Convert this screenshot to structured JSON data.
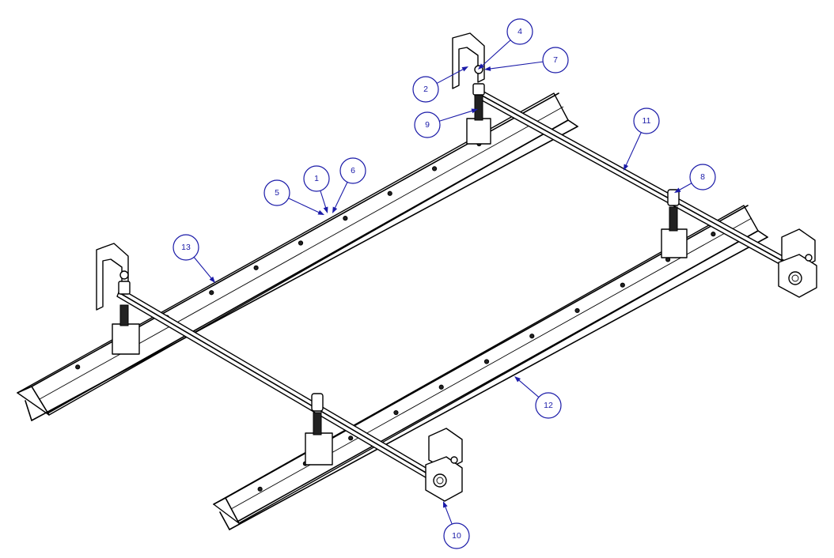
{
  "callouts": [
    {
      "label": "1"
    },
    {
      "label": "2"
    },
    {
      "label": "4"
    },
    {
      "label": "5"
    },
    {
      "label": "6"
    },
    {
      "label": "7"
    },
    {
      "label": "8"
    },
    {
      "label": "9"
    },
    {
      "label": "10"
    },
    {
      "label": "11"
    },
    {
      "label": "12"
    },
    {
      "label": "13"
    }
  ],
  "colors": {
    "line": "#000000",
    "callout": "#1a1aa8",
    "background": "#ffffff"
  }
}
